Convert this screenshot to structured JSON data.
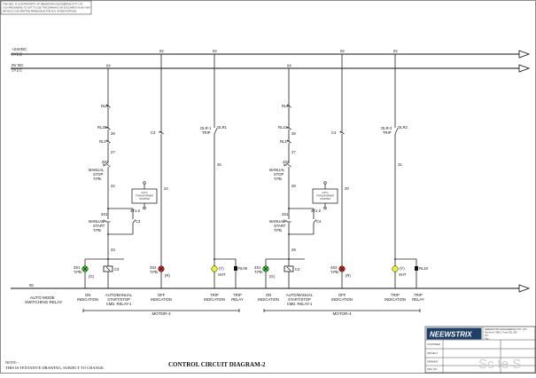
{
  "header_note": {
    "lines": [
      "THIS DRG. IS OUR PROPERTY OF NEEWASTRIX ENGINEERING PVT. LTD.",
      "YOU ARE BINDING TO NOT TO USE THIS DRAWING OR DOCUMENT IN ANY WAY",
      "WITHOUT OUR WRITTEN PERMISSION FOR ANY OTHER PURPOSE"
    ]
  },
  "buses": {
    "pos": {
      "label": "+24VDC",
      "sub": "SY2.B",
      "wire": "02"
    },
    "neg": {
      "label": "0V DC",
      "sub": "SY2.C",
      "wire": "04"
    }
  },
  "bottom_wire": "04",
  "motors": [
    {
      "name": "MOTOR-3",
      "ol_contact": "RL8",
      "ol_wire": "28",
      "rl_contact": "RL29",
      "rl_wire": "28",
      "relay_contact": "RL1",
      "relay_wire": "27",
      "stop_tag": "3S2",
      "stop_label": [
        "MANUAL",
        "STOP",
        "T.PB."
      ],
      "stop_wire": "22",
      "timer_box": [
        "AUTO",
        "TRANSFORMER",
        "STARTER"
      ],
      "timer_contact": "3T1-2",
      "timer_wire": "24",
      "start_tag": "3S1",
      "start_label": [
        "MANUAL",
        "START",
        "T.PB."
      ],
      "hold_contact": "C3",
      "common_wire": "23",
      "aux_contact": "C3",
      "trip_contact": [
        "OLR-1",
        "TRIP"
      ],
      "trip_aux": "OLR1",
      "trip_wire": "25",
      "on_lamp": {
        "tag": "3S1",
        "sub": "T.PB.",
        "color": "(G)"
      },
      "coil": "C3",
      "off_lamp": {
        "tag": "3S2",
        "sub": "T.PB.",
        "color": "(R)"
      },
      "trip_lamp": {
        "tag": "(Y)",
        "sub": "SHT"
      },
      "trip_relay": "RL09",
      "captions": [
        [
          "ON",
          "INDICATION"
        ],
        [
          "AUTO/MANUAL",
          "START/STOP",
          "CMD. RELAY-1"
        ],
        [
          "OFF",
          "INDICATION"
        ],
        [
          "TRIP",
          "INDICATION"
        ],
        [
          "TRIP",
          "RELAY"
        ]
      ]
    },
    {
      "name": "MOTOR-4",
      "ol_contact": "RL8",
      "ol_wire": "28",
      "rl_contact": "RL10",
      "rl_wire": "28",
      "relay_contact": "RL1",
      "relay_wire": "27",
      "stop_tag": "4S2",
      "stop_label": [
        "MANUAL",
        "STOP",
        "T.PB."
      ],
      "stop_wire": "28",
      "timer_box": [
        "AUTO",
        "TRANSFORMER",
        "STARTER"
      ],
      "timer_contact": "4T1-2",
      "timer_wire": "20",
      "start_tag": "4S1",
      "start_label": [
        "MANUAL",
        "START",
        "T.PB."
      ],
      "hold_contact": "C4",
      "common_wire": "29",
      "aux_contact": "C4",
      "trip_contact": [
        "OLR-2",
        "TRIP"
      ],
      "trip_aux": "OLR2",
      "trip_wire": "31",
      "on_lamp": {
        "tag": "4S1",
        "sub": "T.PB.",
        "color": "(G)"
      },
      "coil": "C4",
      "off_lamp": {
        "tag": "4S2",
        "sub": "T.PB.",
        "color": "(R)"
      },
      "trip_lamp": {
        "tag": "(Y)",
        "sub": "SHT"
      },
      "trip_relay": "RL10",
      "captions": [
        [
          "ON",
          "INDICATION"
        ],
        [
          "AUTO/MANUAL",
          "START/STOP",
          "CMD. RELAY-1"
        ],
        [
          "OFF",
          "INDICATION"
        ],
        [
          "TRIP",
          "INDICATION"
        ],
        [
          "TRIP",
          "RELAY"
        ]
      ]
    }
  ],
  "auto_mode": {
    "wire": "00",
    "lines": [
      "AUTO MODE",
      "SWITCHING RELAY"
    ]
  },
  "diagram_title": "CONTROL CIRCUIT DIAGRAM-2",
  "notes": {
    "heading": "NOTE:-",
    "text": "THIS IS TENTATIVE DRAWING, SUBJECT TO CHANGE."
  },
  "title_block": {
    "logo": "NEEWSTRIX",
    "company": [
      "NEEWASTRIX ENGINEERING PVT. LTD.",
      "Plot No.A, MIDC, Pune 411 026",
      "Tel:-",
      "Fax:-"
    ],
    "rows": [
      "CUSTOMER",
      "PROJECT",
      "DRAWING",
      "DRG. NO."
    ],
    "watermark": "Sc te S"
  },
  "colors": {
    "green": "#3bdc2e",
    "red": "#e02a20",
    "yellow": "#e8f23a",
    "logo_bg": "#1f3f66"
  }
}
